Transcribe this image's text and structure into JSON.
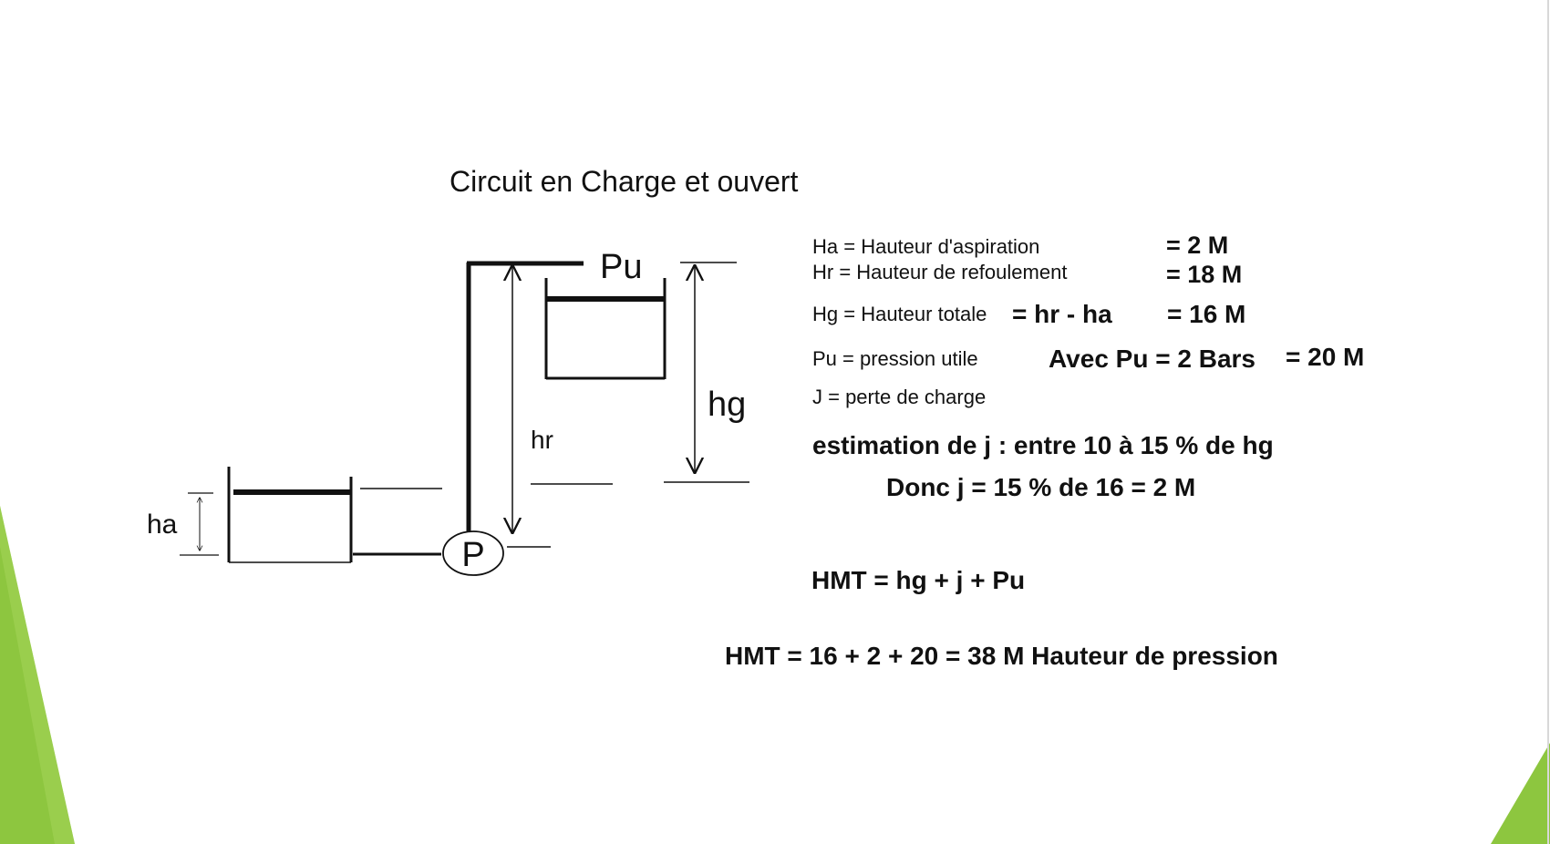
{
  "title": "Circuit en Charge et ouvert",
  "diagram": {
    "pump_label": "P",
    "pu_label": "Pu",
    "hr_label": "hr",
    "hg_label": "hg",
    "ha_label": "ha"
  },
  "definitions": {
    "ha": {
      "label": "Ha = Hauteur d'aspiration",
      "value": "= 2 M"
    },
    "hr": {
      "label": "Hr = Hauteur de refoulement",
      "value": "= 18 M"
    },
    "hg": {
      "label": "Hg = Hauteur totale",
      "formula": "= hr - ha",
      "value": "= 16 M"
    },
    "pu": {
      "label": "Pu = pression utile",
      "formula": "Avec Pu = 2 Bars",
      "value": "= 20 M"
    },
    "j": {
      "label": "J = perte de charge"
    }
  },
  "estimation": "estimation de j : entre 10 à 15 % de hg",
  "donc": "Donc j = 15 % de 16 = 2 M",
  "hmt_formula": "HMT = hg + j + Pu",
  "hmt_result": "HMT = 16 + 2 + 20 = 38 M Hauteur de pression",
  "colors": {
    "accent_green": "#8dc63f",
    "accent_green_light": "#a6d65a",
    "ink": "#111111"
  }
}
